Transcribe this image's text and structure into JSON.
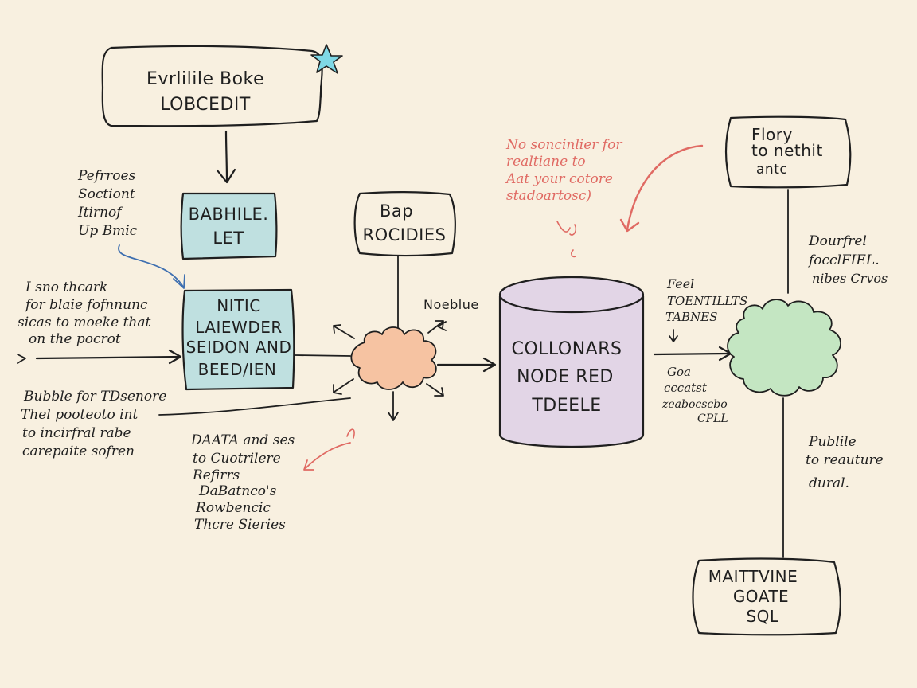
{
  "diagram": {
    "colors": {
      "paper": "#f8f0e0",
      "ink": "#1f1f1f",
      "teal_fill": "#bfe0e0",
      "orange_fill": "#f6c3a2",
      "purple_fill": "#e2d5e6",
      "green_fill": "#c4e6c2",
      "red_ink": "#e06a63",
      "blue_ink": "#3e6fb0",
      "star_fill": "#7fd8e6"
    },
    "nodes": {
      "top_box": [
        "Evrlilile Boke",
        "LOBCEDIT"
      ],
      "teal_box_small": [
        "BABHILE.",
        "LET"
      ],
      "teal_box_large": [
        "NITIC",
        "LAIEWDER",
        "SEIDON AND",
        "BEED/IEN"
      ],
      "bap_box": [
        "Bap",
        "ROCIDIES"
      ],
      "cylinder": [
        "COLLONARS",
        "NODE RED",
        "TDEELE"
      ],
      "flory_box": [
        "Flory",
        "to  nethit",
        "antc"
      ],
      "bottom_right_box": [
        "MAITTVINE",
        "GOATE",
        "SQL"
      ]
    },
    "notes": {
      "refrroes": [
        "Pefrroes",
        "Soctiont",
        "Itirnof",
        "Up Bmic"
      ],
      "left_mid": [
        "I sno thcark",
        "for blaie fofnnunc",
        "sicas to moeke that",
        "on  the pocrot"
      ],
      "left_bottom": [
        "Bubble for TDsenore",
        "Thel pooteoto int",
        "to incirfral rabe",
        "carepaite sofren"
      ],
      "data_note": [
        "DAATA and ses",
        "to Cuotrilere",
        "Refirrs",
        "DaBatnco's",
        "Rowbencic",
        "Thcre Sieries"
      ],
      "noblue": "Noeblue",
      "red_note": [
        "No soncinlier for",
        "realtiane to",
        "Aat your cotore",
        "stadoartosc)"
      ],
      "feel": [
        "Feel",
        "TOENTILLTS",
        "TABNES"
      ],
      "goa": [
        "Goa",
        "cccatst",
        "zeabocscbo",
        "CPLL"
      ],
      "dourfel": [
        "Dourfrel",
        "focclFIEL.",
        "nibes Crvos"
      ],
      "publile": [
        "Publile",
        "to reauture",
        "dural."
      ]
    }
  }
}
